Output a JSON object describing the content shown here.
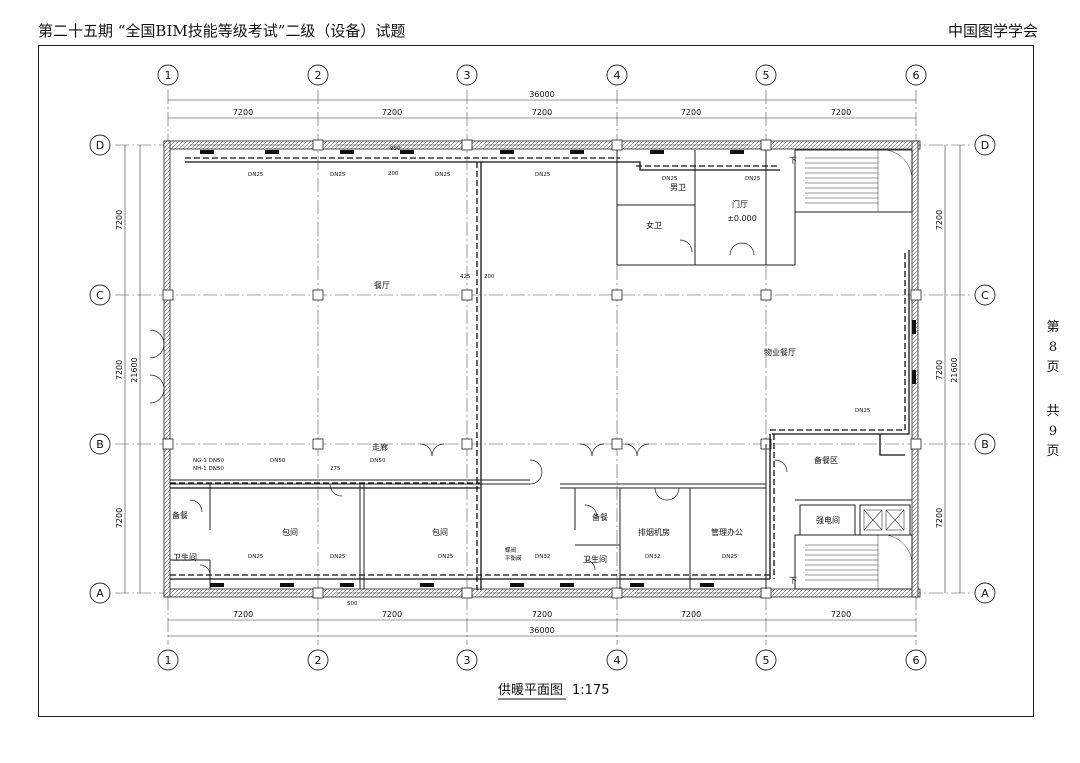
{
  "header": {
    "left": "第二十五期 “全国BIM技能等级考试”二级（设备）试题",
    "right": "中国图学学会"
  },
  "page_info": {
    "di": "第",
    "page": "8",
    "ye1": "页",
    "gong": "共",
    "total": "9",
    "ye2": "页"
  },
  "grid": {
    "columns": [
      "1",
      "2",
      "3",
      "4",
      "5",
      "6"
    ],
    "rows": [
      "D",
      "C",
      "B",
      "A"
    ]
  },
  "dims": {
    "bay": "7200",
    "overall_x": "36000",
    "overall_y": "21600"
  },
  "rooms": {
    "restaurant": "餐厅",
    "corridor": "走廊",
    "private_room_1": "包间",
    "private_room_2": "包间",
    "prep_1": "备餐",
    "prep_2": "备餐",
    "restroom_1": "卫生间",
    "restroom_2": "卫生间",
    "male_wc": "男卫",
    "female_wc": "女卫",
    "lobby": "门厅",
    "lobby_level": "±0.000",
    "prop_dining": "物业餐厅",
    "prep_area": "备餐区",
    "elec_room": "强电间",
    "machine_room": "排烟机房",
    "office": "管理办公",
    "down_1": "下",
    "down_2": "下"
  },
  "pipe_labels": {
    "dn25": "DN25",
    "dn32": "DN32",
    "dn50": "DN50",
    "ng": "NG",
    "nh": "NH",
    "ng1": "NG-1 DN50",
    "nh1": "NH-1 DN50",
    "valve": "蝶阀",
    "fm": "平衡阀",
    "d950": "950",
    "d200": "200",
    "d425": "425",
    "d100": "200",
    "d275": "275",
    "d500": "500"
  },
  "drawing_title": {
    "name": "供暖平面图",
    "scale": "1:175"
  },
  "colors": {
    "line": "#222222",
    "grid": "#555555",
    "pipe": "#111111"
  }
}
